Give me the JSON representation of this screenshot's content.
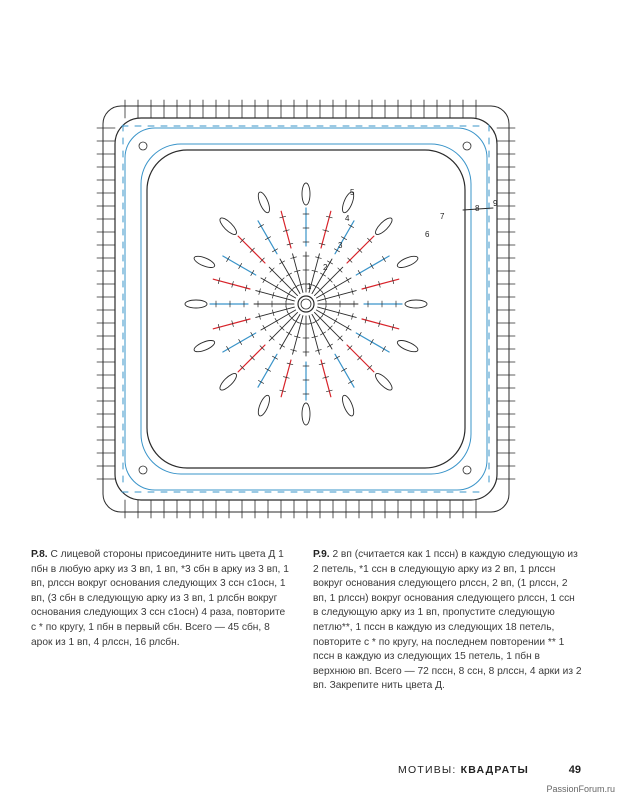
{
  "diagram": {
    "round_markers": [
      "1",
      "2",
      "3",
      "4",
      "5",
      "6",
      "7",
      "8",
      "9"
    ],
    "colors": {
      "black": "#2b2b2b",
      "blue": "#3a94c9",
      "red": "#d8232a"
    }
  },
  "left_column": {
    "heading": "Р.8.",
    "body": "С лицевой стороны присоедините нить цвета Д 1 пбн в любую арку из 3 вп, 1 вп, *3 сбн в арку из 3 вп, 1 вп, рлссн вокруг основания следующих 3 ссн с1осн, 1 вп, (3 сбн в следующую арку из 3 вп, 1 рлсбн вокруг основания следующих 3 ссн с1осн) 4 раза, повторите с * по кругу, 1 пбн в первый сбн. Всего — 45 сбн, 8 арок из 1 вп, 4 рлссн, 16 рлсбн."
  },
  "right_column": {
    "heading": "Р.9.",
    "body": "2 вп (считается как 1 пссн) в каждую следующую из 2 петель, *1 ссн в следующую арку из 2 вп, 1 рлссн вокруг основания следующего рлссн, 2 вп, (1 рлссн, 2 вп, 1 рлссн) вокруг основания следующего рлссн, 1 ссн в следующую арку из 1 вп, пропустите следующую петлю**, 1 пссн в каждую из следующих 18 петель, повторите с * по кругу, на последнем повторении ** 1 пссн в каждую из следующих 15 петель, 1 пбн в верхнюю вп. Всего — 72 пссн, 8 ссн, 8 рлссн, 4 арки из 2 вп. Закрепите нить цвета Д."
  },
  "footer": {
    "section_prefix": "МОТИВЫ:",
    "section_name": "КВАДРАТЫ",
    "page_number": "49"
  },
  "watermark": "PassionForum.ru"
}
